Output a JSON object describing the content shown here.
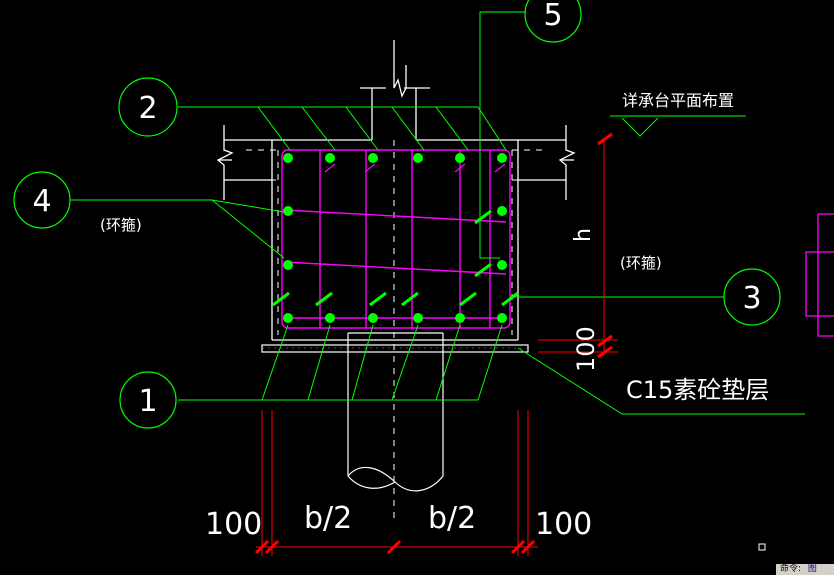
{
  "balloons": {
    "b1": "1",
    "b2": "2",
    "b3": "3",
    "b4": "4",
    "b5": "5"
  },
  "labels": {
    "plan_ref": "详承台平面布置",
    "stirrup_left": "(环箍)",
    "stirrup_right": "(环箍)",
    "h": "h",
    "dim_100_right": "100",
    "cushion": "C15素砼垫层",
    "dim_100_left": "100",
    "b_half_left": "b/2",
    "b_half_right": "b/2",
    "dim_100_bottom_right": "100"
  },
  "status_bar": {
    "command_label": "命令:",
    "tab_label": "图"
  },
  "colors": {
    "background": "#000000",
    "leader_green": "#00ff00",
    "rebar_magenta": "#ff00ff",
    "rebar_dot": "#00ff00",
    "outline_white": "#ffffff",
    "dimension_red": "#ff0000"
  }
}
